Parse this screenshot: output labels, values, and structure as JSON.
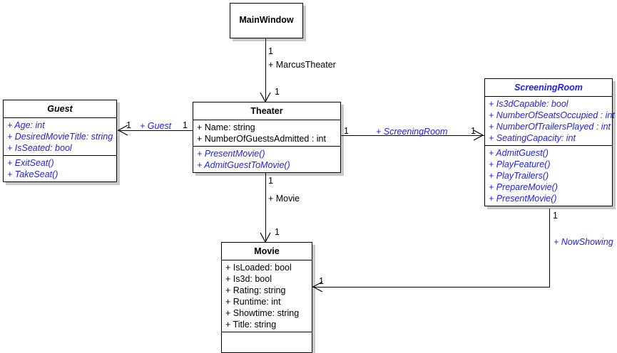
{
  "diagram": {
    "title": "UML Class Diagram",
    "background_color": "#ffffff",
    "accent_color": "#2020ee",
    "shadow_color": "#c8c8c8"
  },
  "classes": {
    "mainwindow": {
      "name": "MainWindow",
      "attributes": [],
      "operations": []
    },
    "guest": {
      "name": "Guest",
      "attributes": [
        "+ Age: int",
        "+ DesiredMovieTitle: string",
        "+ IsSeated: bool"
      ],
      "operations": [
        "+ ExitSeat()",
        "+ TakeSeat()"
      ]
    },
    "theater": {
      "name": "Theater",
      "attributes": [
        "+ Name: string",
        "+ NumberOfGuestsAdmitted : int"
      ],
      "operations": [
        "+ PresentMovie()",
        "+ AdmitGuestToMovie()"
      ]
    },
    "screeningroom": {
      "name": "ScreeningRoom",
      "attributes": [
        "+ Is3dCapable: bool",
        "+ NumberOfSeatsOccupied : int",
        "+ NumberOfTrailersPlayed : int",
        "+ SeatingCapacity: int"
      ],
      "operations": [
        "+ AdmitGuest()",
        "+ PlayFeature()",
        "+ PlayTrailers()",
        "+ PrepareMovie()",
        "+ PresentMovie()"
      ]
    },
    "movie": {
      "name": "Movie",
      "attributes": [
        "+ IsLoaded: bool",
        "+ Is3d: bool",
        "+ Rating: string",
        "+ Runtime: int",
        "+ Showtime: string",
        "+ Title: string"
      ],
      "operations": []
    }
  },
  "associations": {
    "mainwindow_theater": {
      "role": "+ MarcusTheater",
      "source_multiplicity": "1",
      "target_multiplicity": "1"
    },
    "theater_guest": {
      "role": "+ Guest",
      "source_multiplicity": "1",
      "target_multiplicity": "1"
    },
    "theater_screeningroom": {
      "role": "+ ScreeningRoom",
      "source_multiplicity": "1",
      "target_multiplicity": "1"
    },
    "theater_movie": {
      "role": "+ Movie",
      "source_multiplicity": "1",
      "target_multiplicity": "1"
    },
    "screeningroom_movie": {
      "role": "+ NowShowing",
      "source_multiplicity": "1",
      "target_multiplicity": "1"
    }
  }
}
